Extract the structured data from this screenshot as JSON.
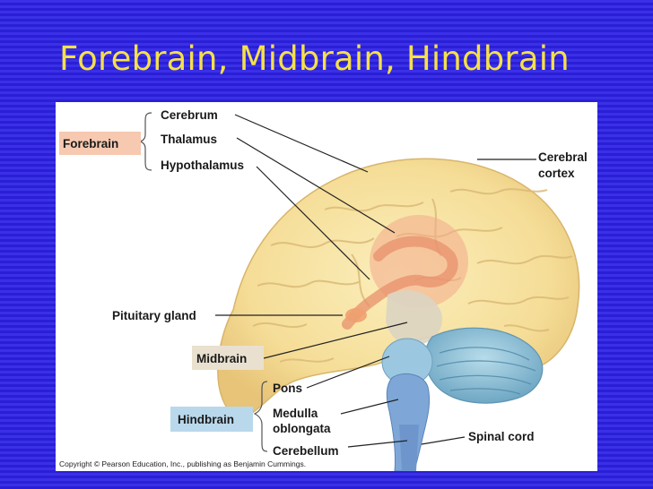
{
  "slide": {
    "title": "Forebrain, Midbrain, Hindbrain"
  },
  "groups": {
    "forebrain": {
      "label": "Forebrain",
      "color": "#f6c9b0"
    },
    "midbrain": {
      "label": "Midbrain",
      "color": "#e9e0cf"
    },
    "hindbrain": {
      "label": "Hindbrain",
      "color": "#b9d8ec"
    }
  },
  "structures": {
    "cerebrum": "Cerebrum",
    "thalamus": "Thalamus",
    "hypothalamus": "Hypothalamus",
    "cerebral_cortex_line1": "Cerebral",
    "cerebral_cortex_line2": "cortex",
    "pituitary_gland": "Pituitary gland",
    "pons": "Pons",
    "medulla_line1": "Medulla",
    "medulla_line2": "oblongata",
    "cerebellum": "Cerebellum",
    "spinal_cord": "Spinal cord"
  },
  "copyright": "Copyright © Pearson Education, Inc., publishing as Benjamin Cummings.",
  "colors": {
    "background": "#2a1fd6",
    "title": "#f5e04a",
    "panel": "#ffffff"
  }
}
